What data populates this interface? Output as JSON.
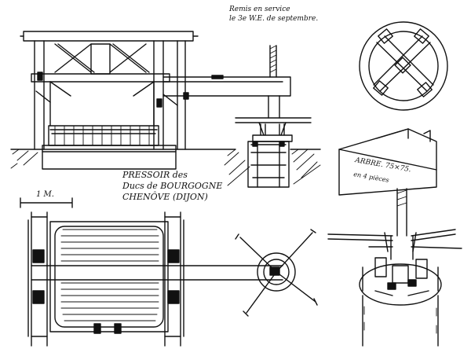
{
  "annotations": {
    "note_line1": "Remis en service",
    "note_line2": "le 3e W.E. de septembre.",
    "title_line1": "PRESSOIR des",
    "title_line2": "Ducs de BOURGOGNE",
    "title_line3": "CHENÔVE (DIJON)",
    "scale_label": "1 M.",
    "detail_label1": "ARBRE. 75×75.",
    "detail_label2": "en 4 pièces"
  },
  "colors": {
    "ink": "#111111",
    "paper": "#ffffff"
  }
}
